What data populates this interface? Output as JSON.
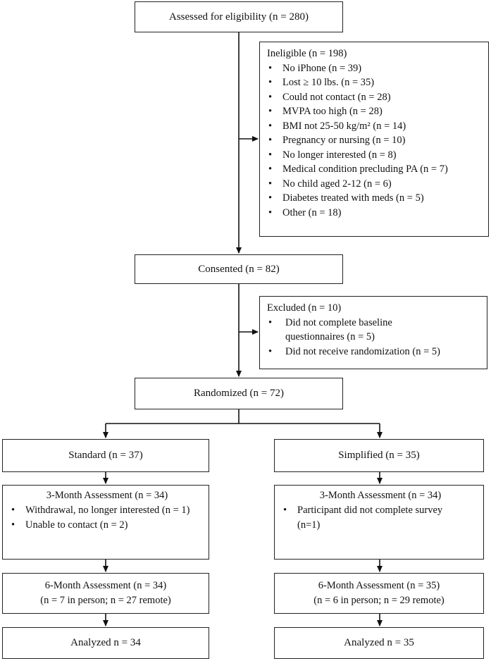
{
  "assessed": "Assessed for eligibility (n = 280)",
  "ineligible": {
    "title": "Ineligible (n = 198)",
    "items": [
      "No iPhone (n = 39)",
      "Lost ≥ 10 lbs. (n = 35)",
      "Could not contact (n = 28)",
      "MVPA too high (n = 28)",
      "BMI not 25-50 kg/m² (n = 14)",
      "Pregnancy or nursing (n = 10)",
      "No longer interested (n = 8)",
      "Medical condition precluding PA (n = 7)",
      "No child aged 2-12 (n = 6)",
      "Diabetes treated with meds (n = 5)",
      "Other (n = 18)"
    ]
  },
  "consented": "Consented (n = 82)",
  "excluded": {
    "title": "Excluded (n = 10)",
    "items": [
      "Did not complete baseline questionnaires (n = 5)",
      "Did not receive randomization (n = 5)"
    ]
  },
  "randomized": "Randomized (n = 72)",
  "standard": {
    "arm": "Standard (n = 37)",
    "three_month": {
      "title": "3-Month Assessment (n = 34)",
      "items": [
        "Withdrawal, no longer interested (n = 1)",
        "Unable to contact (n = 2)"
      ]
    },
    "six_month": {
      "line1": "6-Month Assessment (n = 34)",
      "line2": "(n = 7 in person; n = 27 remote)"
    },
    "analyzed": "Analyzed n = 34"
  },
  "simplified": {
    "arm": "Simplified (n = 35)",
    "three_month": {
      "title": "3-Month Assessment (n = 34)",
      "items": [
        "Participant did not complete survey (n=1)"
      ]
    },
    "six_month": {
      "line1": "6-Month Assessment (n = 35)",
      "line2": "(n = 6 in person; n = 29 remote)"
    },
    "analyzed": "Analyzed n = 35"
  }
}
